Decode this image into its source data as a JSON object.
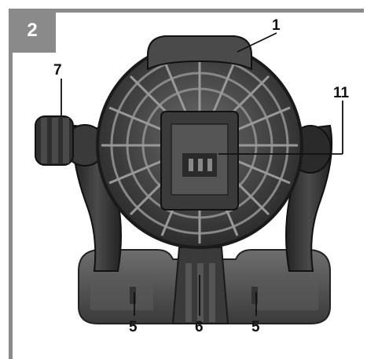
{
  "figure": {
    "number": "2"
  },
  "callouts": {
    "c1": "1",
    "c7": "7",
    "c11": "11",
    "c5_left": "5",
    "c6": "6",
    "c5_right": "5"
  },
  "colors": {
    "frame": "#8a8a8a",
    "body_dark": "#2a2a2a",
    "body_mid": "#555555",
    "grille": "#3a3a3a"
  }
}
